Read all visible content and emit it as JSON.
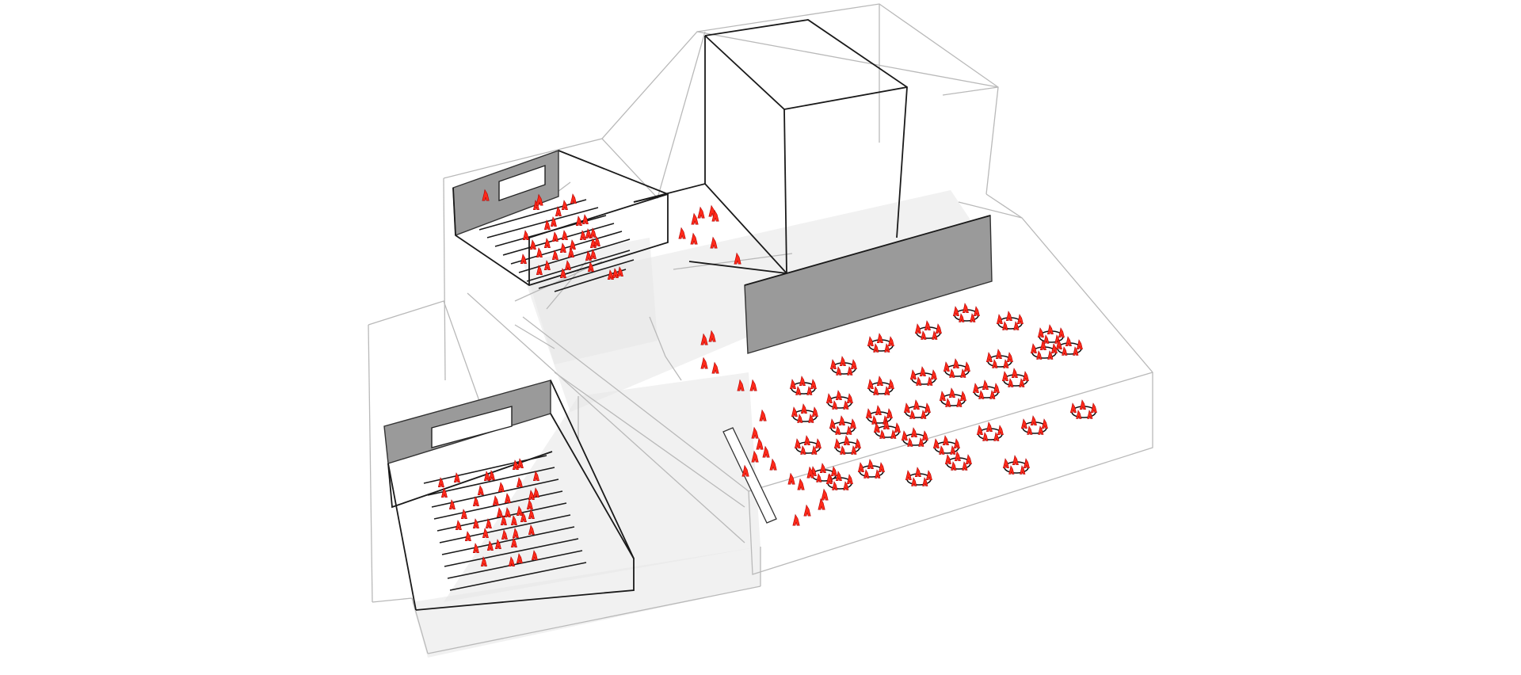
{
  "diagram": {
    "type": "axonometric-spatial-diagram",
    "line_color": "#1a1a1a",
    "outline_color": "#b9b9b9",
    "wall_color": "#9a9a9a",
    "people_color": "#ff2a1a",
    "elements": [
      {
        "id": "upper-auditorium",
        "seating_rows": 9,
        "people": 34
      },
      {
        "id": "lower-auditorium",
        "seating_rows": 11,
        "people": 42
      },
      {
        "id": "tower-volume"
      },
      {
        "id": "partition-wall"
      },
      {
        "id": "circulation-corridor",
        "people": 24
      },
      {
        "id": "banquet-hall",
        "round_tables": 30
      }
    ]
  }
}
